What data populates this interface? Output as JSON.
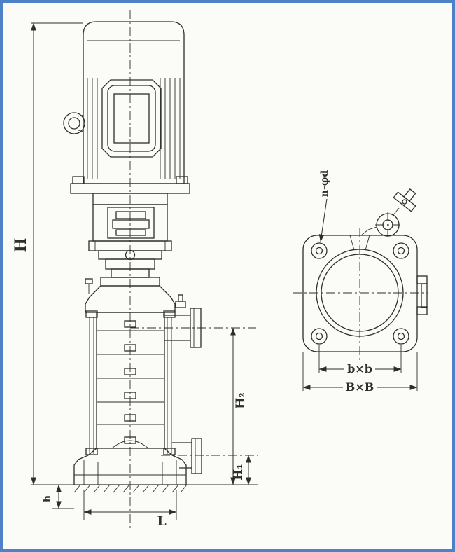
{
  "figure": {
    "colors": {
      "ink": "#2f2d2b",
      "paper": "#fbfbf8",
      "border": "#4d82c6"
    },
    "labels": {
      "overall_height": "H",
      "base_plate_height": "h",
      "base_length": "L",
      "discharge_height": "H₂",
      "suction_height": "H₁",
      "bolt_holes": "n-φd",
      "bolt_spacing": "b×b",
      "base_outline": "B×B"
    }
  }
}
